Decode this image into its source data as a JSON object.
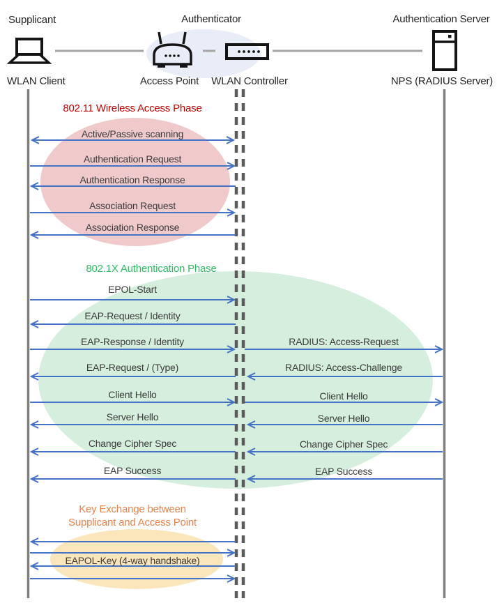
{
  "header": {
    "roles": {
      "supplicant": "Supplicant",
      "authenticator": "Authenticator",
      "auth_server": "Authentication Server"
    },
    "devices": {
      "wlan_client": "WLAN Client",
      "access_point": "Access Point",
      "wlan_controller": "WLAN Controller",
      "nps": "NPS (RADIUS Server)"
    }
  },
  "phase1": {
    "title": "802.11 Wireless Access Phase",
    "messages": [
      {
        "label": "Active/Passive scanning",
        "from": "WLAN Client",
        "to": "WLAN Controller",
        "direction": "bidirectional"
      },
      {
        "label": "Authentication Request",
        "from": "WLAN Client",
        "to": "WLAN Controller",
        "direction": "right"
      },
      {
        "label": "Authentication Response",
        "from": "WLAN Controller",
        "to": "WLAN Client",
        "direction": "left"
      },
      {
        "label": "Association Request",
        "from": "WLAN Client",
        "to": "WLAN Controller",
        "direction": "right"
      },
      {
        "label": "Association Response",
        "from": "WLAN Controller",
        "to": "WLAN Client",
        "direction": "left"
      }
    ]
  },
  "phase2": {
    "title": "802.1X Authentication Phase",
    "client_messages": [
      {
        "label": "EPOL-Start",
        "direction": "right"
      },
      {
        "label": "EAP-Request / Identity",
        "direction": "left"
      },
      {
        "label": "EAP-Response / Identity",
        "direction": "right"
      },
      {
        "label": "EAP-Request / (Type)",
        "direction": "left"
      },
      {
        "label": "Client Hello",
        "direction": "right"
      },
      {
        "label": "Server Hello",
        "direction": "left"
      },
      {
        "label": "Change Cipher Spec",
        "direction": "left"
      },
      {
        "label": "EAP Success",
        "direction": "left"
      }
    ],
    "server_messages": [
      {
        "label": "RADIUS: Access-Request",
        "direction": "right"
      },
      {
        "label": "RADIUS: Access-Challenge",
        "direction": "left"
      },
      {
        "label": "Client Hello",
        "direction": "right"
      },
      {
        "label": "Server Hello",
        "direction": "left"
      },
      {
        "label": "Change Cipher Spec",
        "direction": "left"
      },
      {
        "label": "EAP Success",
        "direction": "left"
      }
    ]
  },
  "phase3": {
    "title_line1": "Key Exchange between",
    "title_line2": "Supplicant and Access Point",
    "message": "EAPOL-Key (4-way handshake)",
    "arrow_directions": [
      "left",
      "right",
      "left",
      "right"
    ]
  },
  "colors": {
    "arrow": "#4472C4",
    "lifeline_solid": "#7F7F7F",
    "lifeline_dashed": "#5B5B5B",
    "phase1_fill": "#F0C9CB",
    "phase1_title": "#C00000",
    "phase2_fill": "#D6EEDD",
    "phase2_title": "#2DBE64",
    "phase3_fill": "#FBE5BA",
    "phase3_title": "#E8834D",
    "authenticator_fill": "#E9EDF7"
  }
}
